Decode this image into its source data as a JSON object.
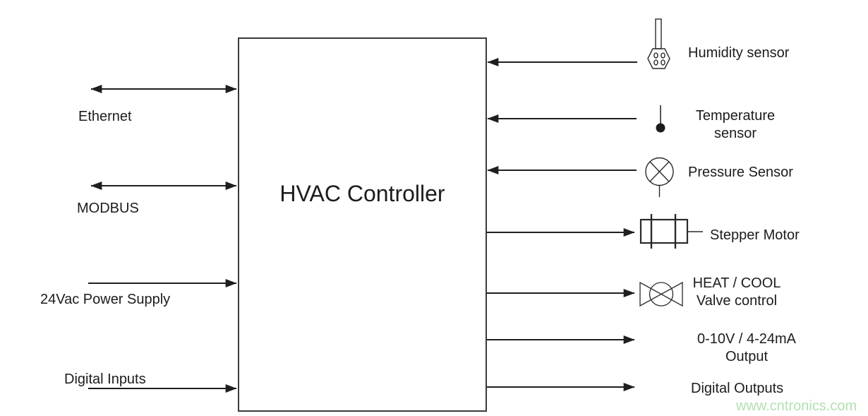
{
  "diagram": {
    "title": "HVAC Controller",
    "type": "block-diagram",
    "left_ports": [
      {
        "id": "ethernet",
        "label": "Ethernet",
        "direction": "bidirectional"
      },
      {
        "id": "modbus",
        "label": "MODBUS",
        "direction": "bidirectional"
      },
      {
        "id": "power",
        "label": "24Vac Power Supply",
        "direction": "input"
      },
      {
        "id": "digital-inputs",
        "label": "Digital Inputs",
        "direction": "input"
      }
    ],
    "right_ports": [
      {
        "id": "humidity",
        "label": "Humidity sensor",
        "direction": "input",
        "icon": "humidity-sensor-icon"
      },
      {
        "id": "temperature",
        "label": "Temperature\nsensor",
        "direction": "input",
        "icon": "temperature-sensor-icon"
      },
      {
        "id": "pressure",
        "label": "Pressure Sensor",
        "direction": "input",
        "icon": "pressure-sensor-icon"
      },
      {
        "id": "stepper",
        "label": "Stepper Motor",
        "direction": "output",
        "icon": "stepper-motor-icon"
      },
      {
        "id": "valve",
        "label": "HEAT / COOL\nValve control",
        "direction": "output",
        "icon": "valve-icon"
      },
      {
        "id": "analog-output",
        "label": "0-10V / 4-24mA\nOutput",
        "direction": "output",
        "icon": null
      },
      {
        "id": "digital-outputs",
        "label": "Digital Outputs",
        "direction": "output",
        "icon": null
      }
    ],
    "watermark": "www.cntronics.com",
    "colors": {
      "line": "#1f1f1f",
      "box_border": "#3a3a3a",
      "text": "#1c1c1c",
      "watermark": "#b4dfb2",
      "background": "#ffffff"
    }
  }
}
